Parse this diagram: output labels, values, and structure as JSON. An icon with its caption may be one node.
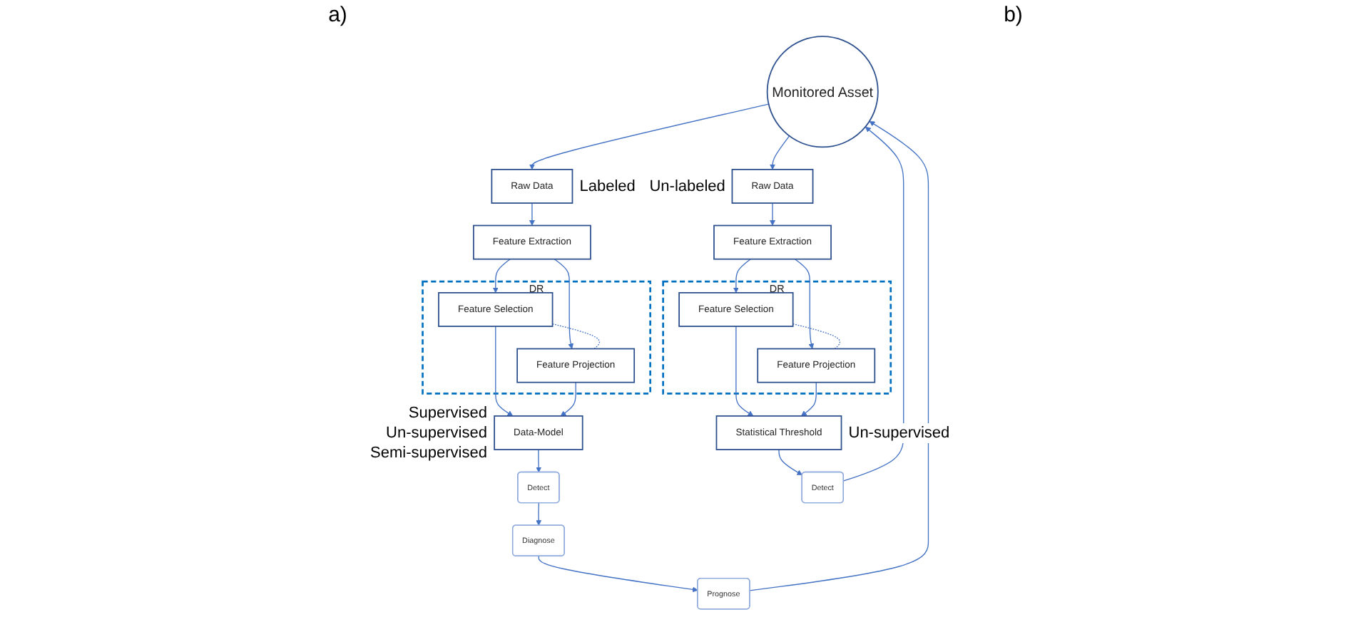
{
  "diagram": {
    "nodes": [
      {
        "text": [
          "Monitored Asset"
        ]
      },
      {
        "text": [
          "Raw Data"
        ],
        "beside": [
          "Labeled"
        ]
      },
      {
        "text": [
          "Feature Extraction"
        ]
      },
      {
        "text": [
          "DR"
        ]
      },
      {
        "text": [
          "Feature Selection"
        ],
        "in": 3
      },
      {
        "text": [
          "Feature Projection"
        ],
        "in": 3
      },
      {
        "text": [
          "Data-Model"
        ],
        "beside": [
          "Supervised",
          "Un-supervised",
          "Semi-supervised"
        ]
      },
      {
        "text": [
          "Detect"
        ]
      },
      {
        "text": [
          "Diagnose"
        ]
      },
      {
        "text": [
          "Prognose"
        ]
      },
      {
        "text": [
          "Raw Data"
        ],
        "beside": [
          "Un-labeled"
        ]
      },
      {
        "text": [
          "Feature Extraction"
        ]
      },
      {
        "text": [
          "DR"
        ]
      },
      {
        "text": [
          "Feature Selection"
        ],
        "in": 12
      },
      {
        "text": [
          "Feature Projection"
        ],
        "in": 12
      },
      {
        "text": [
          "Statistical Threshold"
        ],
        "beside": [
          "Un-supervised"
        ]
      },
      {
        "text": [
          "Detect"
        ]
      }
    ],
    "edges": [
      {
        "from": 0,
        "to": 1,
        "arrow": "to"
      },
      {
        "from": 1,
        "to": 2,
        "arrow": "to"
      },
      {
        "from": 2,
        "to": 4,
        "arrow": "to"
      },
      {
        "from": 2,
        "to": 5,
        "arrow": "to"
      },
      {
        "from": 4,
        "to": 5,
        "arrow": "none",
        "style": "dashed"
      },
      {
        "from": 4,
        "to": 6,
        "arrow": "to"
      },
      {
        "from": 5,
        "to": 6,
        "arrow": "to"
      },
      {
        "from": 6,
        "to": 7,
        "arrow": "to"
      },
      {
        "from": 7,
        "to": 8,
        "arrow": "to"
      },
      {
        "from": 8,
        "to": 9,
        "arrow": "to"
      },
      {
        "from": 9,
        "to": 0,
        "arrow": "to"
      },
      {
        "from": 0,
        "to": 10,
        "arrow": "to"
      },
      {
        "from": 10,
        "to": 11,
        "arrow": "to"
      },
      {
        "from": 11,
        "to": 13,
        "arrow": "to"
      },
      {
        "from": 11,
        "to": 14,
        "arrow": "to"
      },
      {
        "from": 13,
        "to": 14,
        "arrow": "none",
        "style": "dashed"
      },
      {
        "from": 13,
        "to": 15,
        "arrow": "to"
      },
      {
        "from": 14,
        "to": 15,
        "arrow": "to"
      },
      {
        "from": 15,
        "to": 16,
        "arrow": "to"
      },
      {
        "from": 16,
        "to": 0,
        "arrow": "to"
      }
    ],
    "labels": [
      "a)",
      "b)"
    ]
  }
}
